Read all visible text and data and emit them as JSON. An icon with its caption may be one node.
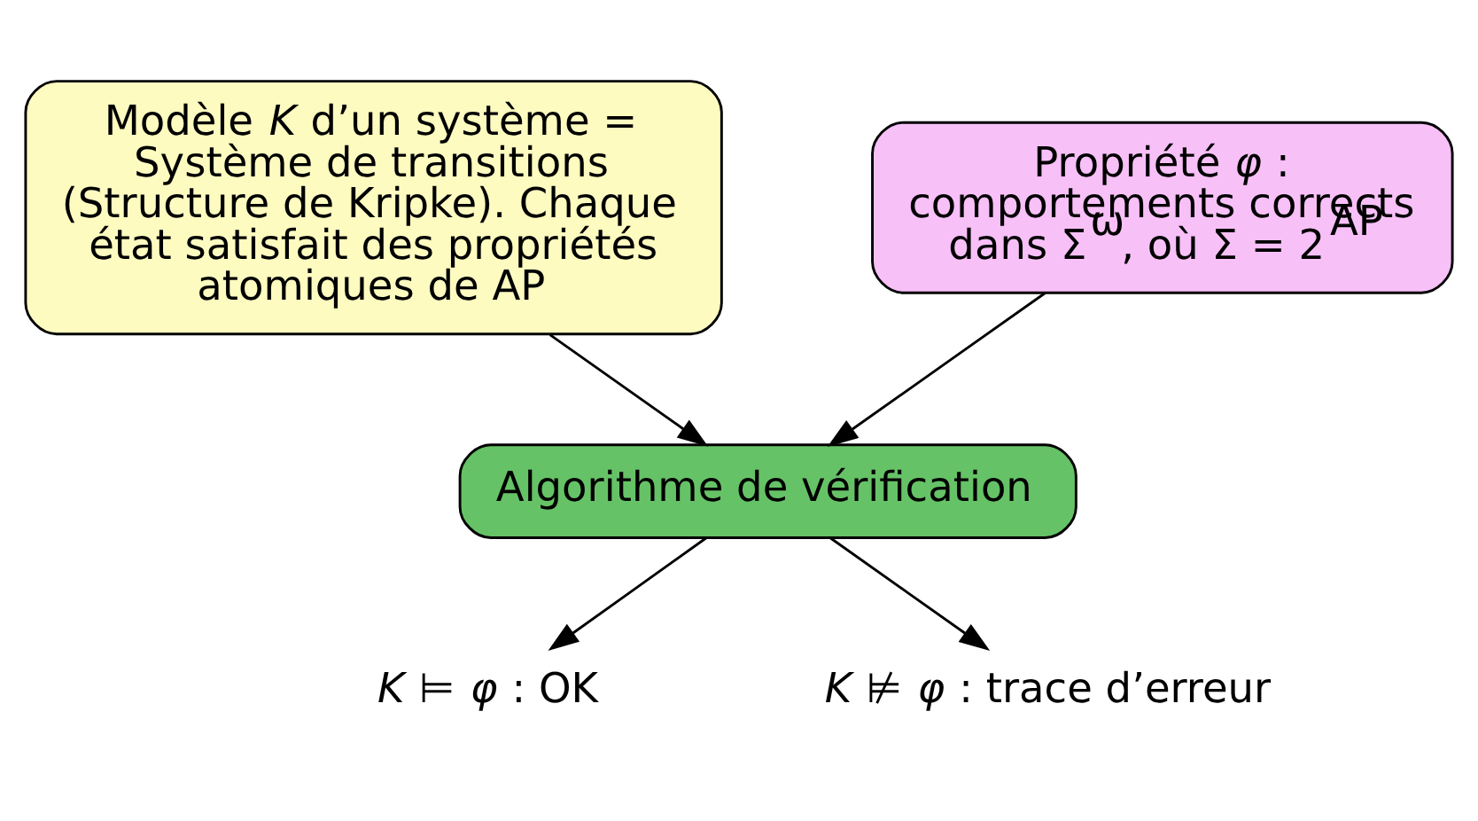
{
  "diagram": {
    "nodes": [
      {
        "text": [
          "Modèle *K* d’un système = Système de transitions (Structure de Kripke). Chaque état satisfait des propriétés atomiques de AP"
        ]
      },
      {
        "text": [
          "Propriété *φ* : comportements corrects dans Σ$^{ω}$, où Σ = 2$^{AP}$"
        ]
      },
      {
        "text": [
          "Algorithme de vérification"
        ]
      },
      {
        "text": [
          "*K* ⊨ *φ* : OK"
        ]
      },
      {
        "text": [
          "*K* ⊭ *φ* : trace d’erreur"
        ]
      }
    ],
    "edges": [
      {
        "from": 0,
        "to": 2,
        "arrow": "to"
      },
      {
        "from": 1,
        "to": 2,
        "arrow": "to"
      },
      {
        "from": 2,
        "to": 3,
        "arrow": "to"
      },
      {
        "from": 2,
        "to": 4,
        "arrow": "to"
      }
    ]
  }
}
